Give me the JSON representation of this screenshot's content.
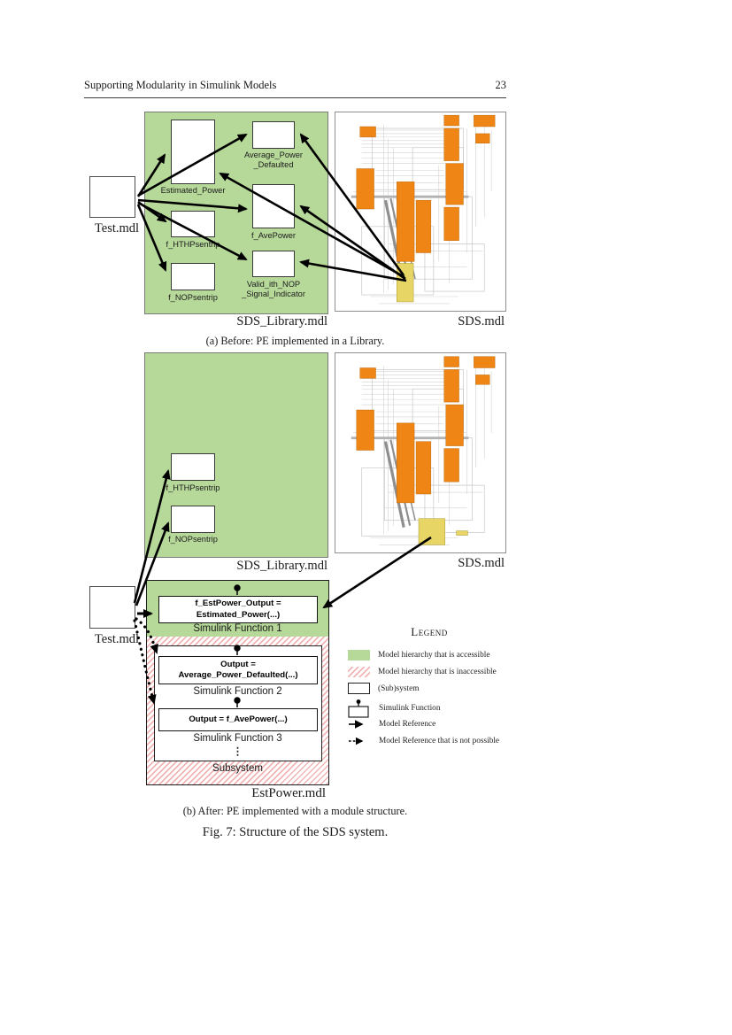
{
  "page": {
    "running_head": "Supporting Modularity in Simulink Models",
    "page_number": "23"
  },
  "figure": {
    "caption": "Fig. 7: Structure of the SDS system.",
    "subfigure_a_caption": "(a) Before: PE implemented in a Library.",
    "subfigure_b_caption": "(b) After: PE implemented with a module structure."
  },
  "before": {
    "test_label": "Test.mdl",
    "library_label": "SDS_Library.mdl",
    "sds_label": "SDS.mdl",
    "blocks": {
      "estimated_power": "Estimated_Power",
      "average_power": {
        "line1": "Average_Power",
        "line2": "_Defaulted"
      },
      "f_hthp": "f_HTHPsentrip",
      "f_avepower": "f_AvePower",
      "f_nop": "f_NOPsentrip",
      "valid": {
        "line1": "Valid_ith_NOP",
        "line2": "_Signal_Indicator"
      }
    }
  },
  "after": {
    "test_label": "Test.mdl",
    "library_label": "SDS_Library.mdl",
    "sds_label": "SDS.mdl",
    "estpower_label": "EstPower.mdl",
    "blocks": {
      "f_hthp": "f_HTHPsentrip",
      "f_nop": "f_NOPsentrip"
    },
    "functions": [
      {
        "code_line1": "f_EstPower_Output =",
        "code_line2": "Estimated_Power(...)",
        "label": "Simulink Function 1"
      },
      {
        "code_line1": "Output =",
        "code_line2": "Average_Power_Defaulted(...)",
        "label": "Simulink Function 2"
      },
      {
        "code_line1": "Output = f_AvePower(...)",
        "label": "Simulink Function 3"
      }
    ],
    "ellipsis": "⋮",
    "subsystem_label": "Subsystem"
  },
  "legend": {
    "title": "Legend",
    "items": [
      {
        "label": "Model hierarchy that is accessible"
      },
      {
        "label": "Model hierarchy that is inaccessible"
      },
      {
        "label": "(Sub)system"
      },
      {
        "label": "Simulink Function"
      },
      {
        "label": "Model Reference"
      },
      {
        "label": "Model Reference that is not possible"
      }
    ]
  },
  "colors": {
    "accessible_green": "#b6d99a",
    "inaccessible_pink": "#f2b5b5",
    "simulink_orange": "#ee8514",
    "highlight_yellow": "#e7d565"
  }
}
